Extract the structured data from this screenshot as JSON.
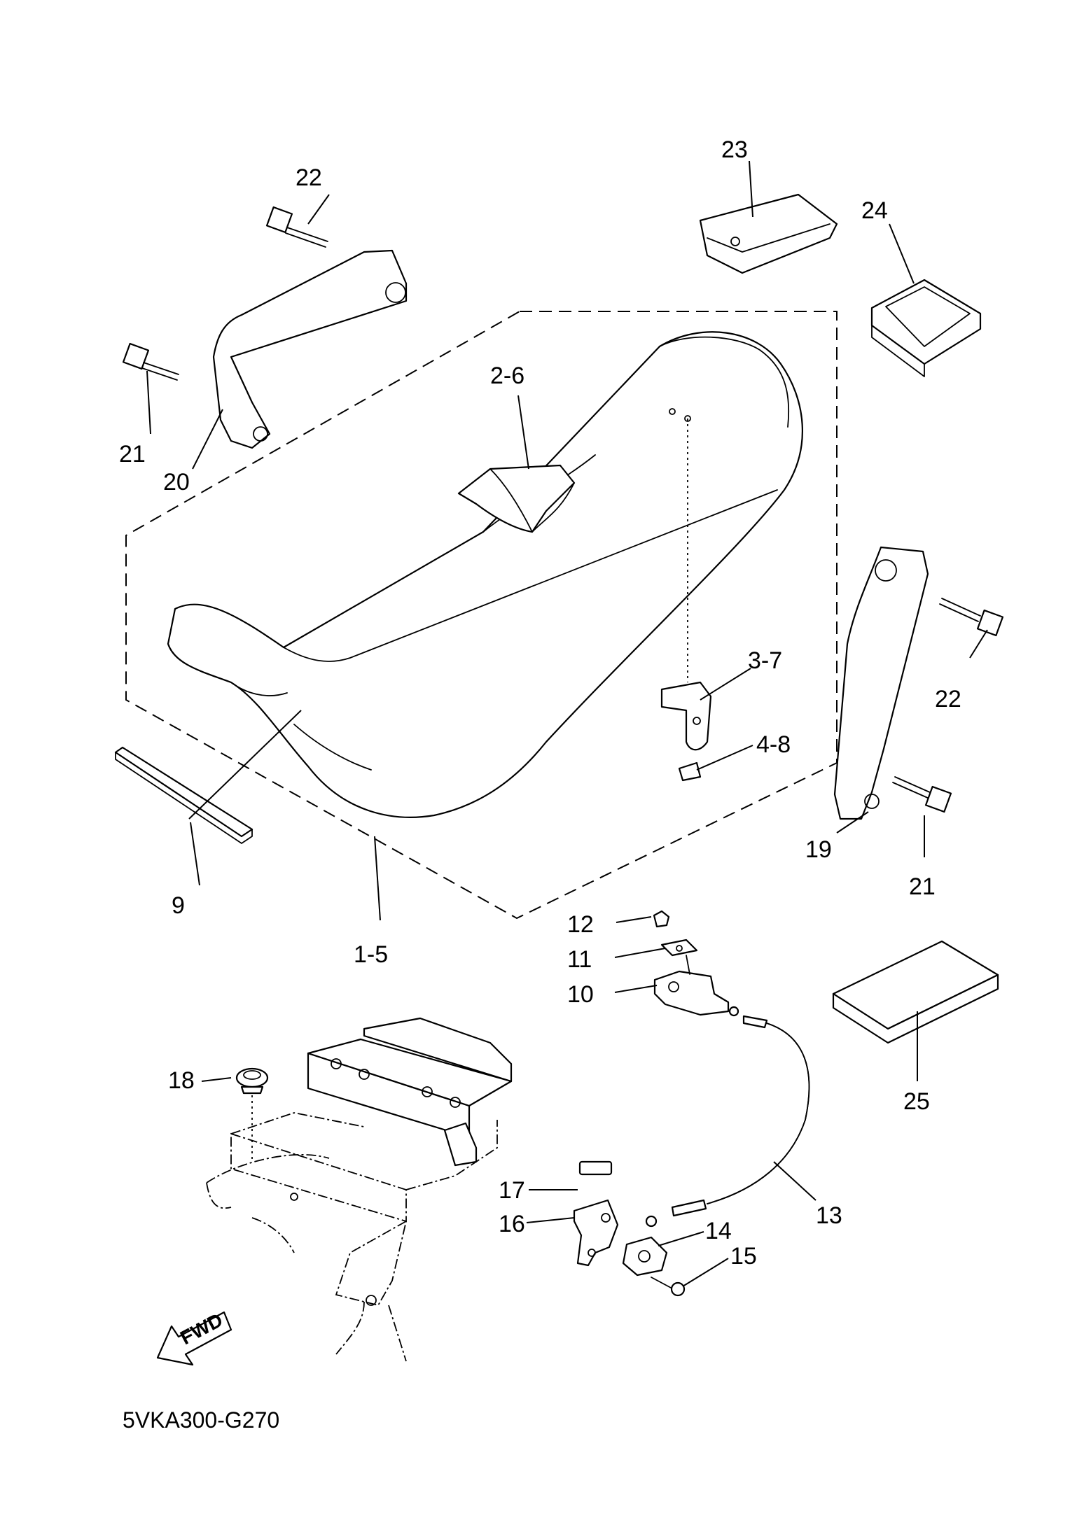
{
  "diagram_code": "5VKA300-G270",
  "fwd_label": "FWD",
  "callouts": {
    "c1": "1-5",
    "c2": "2-6",
    "c3": "3-7",
    "c4": "4-8",
    "c9": "9",
    "c10": "10",
    "c11": "11",
    "c12": "12",
    "c13": "13",
    "c14": "14",
    "c15": "15",
    "c16": "16",
    "c17": "17",
    "c18": "18",
    "c19": "19",
    "c20": "20",
    "c21a": "21",
    "c21b": "21",
    "c22a": "22",
    "c22b": "22",
    "c23": "23",
    "c24": "24",
    "c25": "25"
  }
}
